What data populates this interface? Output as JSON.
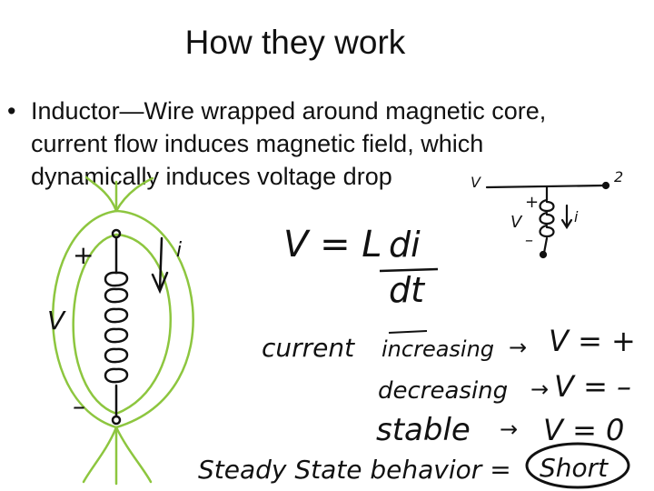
{
  "slide": {
    "title": "How they work",
    "bullet_symbol": "•",
    "bullet_lines": [
      "Inductor—Wire wrapped around magnetic core,",
      "current flow induces magnetic field, which",
      "dynamically induces voltage drop"
    ]
  },
  "handwriting": {
    "left_plus": "+",
    "left_v": "V",
    "left_minus": "–",
    "current_i": "i",
    "equation_v": "V = L",
    "equation_di": "di",
    "equation_dt": "dt",
    "row_current": "current",
    "row_increasing": "increasing",
    "arrow": "→",
    "result_increasing": "V = +",
    "row_decreasing": "decreasing",
    "result_decreasing": "V = –",
    "row_stable": "stable",
    "result_stable": "V = 0",
    "steady_state": "Steady State behavior =",
    "short": "Short",
    "circuit_v": "V",
    "circuit_plus": "+",
    "circuit_minus": "–",
    "circuit_i": "i",
    "circuit_node2": "2"
  },
  "colors": {
    "ink": "#111111",
    "field_lines": "#8dc63f"
  }
}
